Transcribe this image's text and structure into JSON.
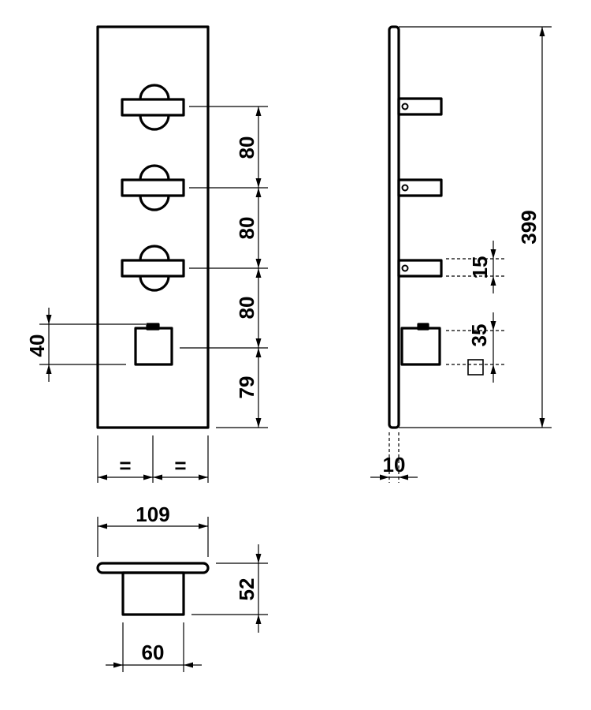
{
  "drawing": {
    "front_view": {
      "dim_spacing_1": "80",
      "dim_spacing_2": "80",
      "dim_spacing_3": "80",
      "dim_bottom": "79",
      "dim_knob_height": "40",
      "dim_equal_left": "=",
      "dim_equal_right": "="
    },
    "side_view": {
      "dim_total_height": "399",
      "dim_handle_thickness": "15",
      "dim_square": "35",
      "dim_plate_thickness": "10"
    },
    "top_view": {
      "dim_plate_width": "109",
      "dim_depth": "52",
      "dim_body_width": "60"
    }
  }
}
